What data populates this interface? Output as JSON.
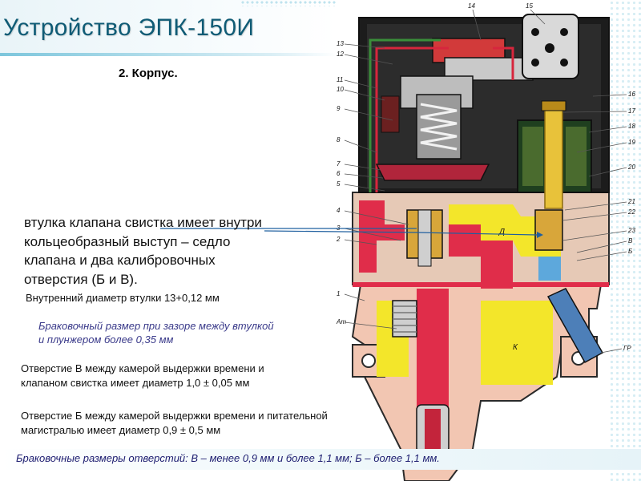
{
  "slide": {
    "title": "Устройство ЭПК-150И",
    "subtitle": "2. Корпус.",
    "main_lines": [
      "втулка клапана свистка имеет внутри",
      "кольцеобразный выступ – седло",
      "клапана и два калибровочных",
      "отверстия (Б и В)."
    ],
    "inner_diameter": "Внутренний диаметр втулки 13+0,12 мм",
    "reject_gap": [
      "Браковочный размер при зазоре между втулкой",
      "и плунжером более 0,35 мм"
    ],
    "hole_v": [
      "Отверстие В между камерой выдержки времени  и",
      "клапаном свистка имеет диаметр 1,0 ± 0,05 мм"
    ],
    "hole_b": [
      "Отверстие Б между камерой выдержки времени  и питательной",
      "магистралью имеет диаметр 0,9 ± 0,5 мм"
    ],
    "reject_holes": "Браковочные размеры отверстий: В – менее 0,9 мм и более 1,1 мм; Б – более 1,1 мм."
  },
  "diagram": {
    "left_callouts": [
      "13",
      "12",
      "11",
      "10",
      "9",
      "8",
      "7",
      "6",
      "5",
      "4",
      "3",
      "2",
      "1",
      "Ат"
    ],
    "top_callouts": [
      "14",
      "15"
    ],
    "right_callouts": [
      "16",
      "17",
      "18",
      "19",
      "20",
      "21",
      "22",
      "23",
      "В",
      "Б",
      "ГР"
    ],
    "chamber_labels": [
      "Д",
      "К"
    ],
    "colors": {
      "body": "#f2c6b2",
      "cover": "#1c1c1c",
      "red": "#e02d4a",
      "yellow": "#f3e62a",
      "blue": "#5da8dc",
      "accent": "#0f5b75"
    }
  },
  "pointer": {
    "color": "#1f5f9f"
  }
}
